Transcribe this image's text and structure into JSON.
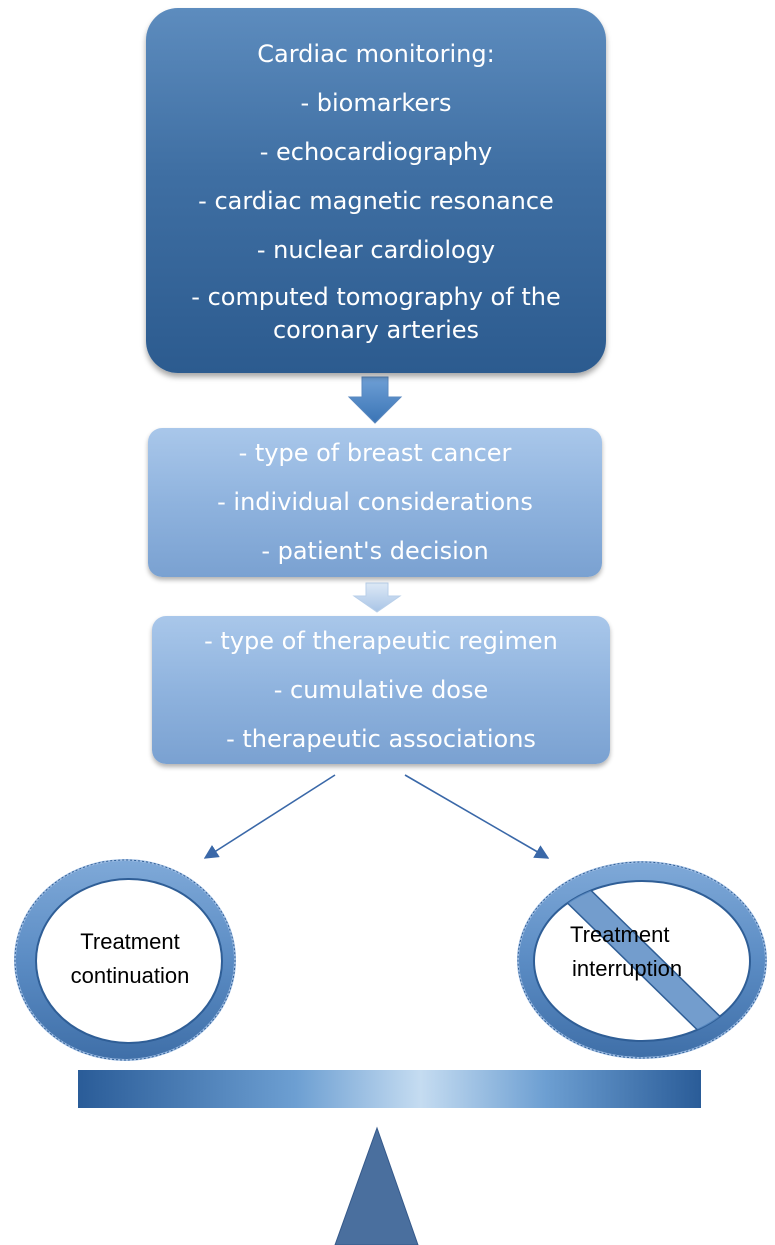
{
  "monitoring_box": {
    "lines": [
      "Cardiac monitoring:",
      "- biomarkers",
      "- echocardiography",
      "- cardiac magnetic resonance",
      "- nuclear cardiology",
      "- computed tomography of the",
      "coronary arteries"
    ]
  },
  "patient_box": {
    "lines": [
      "- type of breast cancer",
      "- individual considerations",
      "- patient's decision"
    ]
  },
  "therapy_box": {
    "lines": [
      "- type of therapeutic regimen",
      "-  cumulative dose",
      "- therapeutic associations"
    ]
  },
  "continuation": {
    "line1": "Treatment",
    "line2": "continuation"
  },
  "interruption": {
    "line1": "Treatment",
    "line2": "interruption"
  },
  "colors": {
    "dark_blue": "#2c5b8f",
    "light_blue": "#8fb3de",
    "arrow_blue": "#3a68a8"
  }
}
